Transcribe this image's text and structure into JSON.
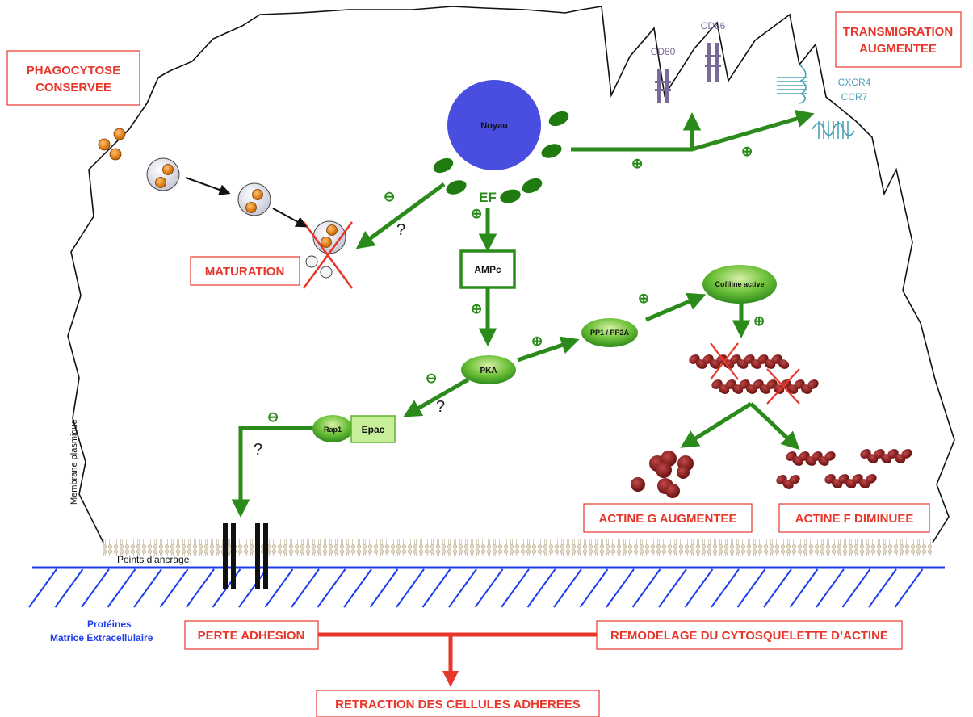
{
  "labels": {
    "phagocytose_line1": "PHAGOCYTOSE",
    "phagocytose_line2": "CONSERVEE",
    "transmigration_line1": "TRANSMIGRATION",
    "transmigration_line2": "AUGMENTEE",
    "maturation": "MATURATION",
    "actine_g": "ACTINE G AUGMENTEE",
    "actine_f": "ACTINE F DIMINUEE",
    "perte_adhesion": "PERTE ADHESION",
    "remodelage": "REMODELAGE DU CYTOSQUELETTE D’ACTINE",
    "retraction": "RETRACTION DES CELLULES ADHEREES"
  },
  "nodes": {
    "noyau": "Noyau",
    "ef": "EF",
    "ampc": "AMPc",
    "pka": "PKA",
    "pp": "PP1 / PP2A",
    "cofiline": "Cofiline active",
    "rap1": "Rap1",
    "epac": "Epac"
  },
  "receptors": {
    "cd80": "CD80",
    "cd86": "CD86",
    "cxcr4": "CXCR4",
    "ccr7": "CCR7"
  },
  "annotations": {
    "membrane": "Membrane plasmique",
    "points_ancrage": "Points d’ancrage",
    "proteines_line1": "Protéines",
    "proteines_line2": "Matrice Extracellulaire",
    "plus": "⊕",
    "minus": "⊖",
    "question": "?"
  },
  "colors": {
    "arrow_green": "#2a8a1a",
    "label_red": "#e8362b",
    "nucleus_blue": "#4a4ee0",
    "receptor_purple": "#7a6a9a",
    "receptor_teal": "#4aa0b8",
    "actin_brown": "#8a1f1f",
    "matrix_blue": "#1f3df0"
  }
}
